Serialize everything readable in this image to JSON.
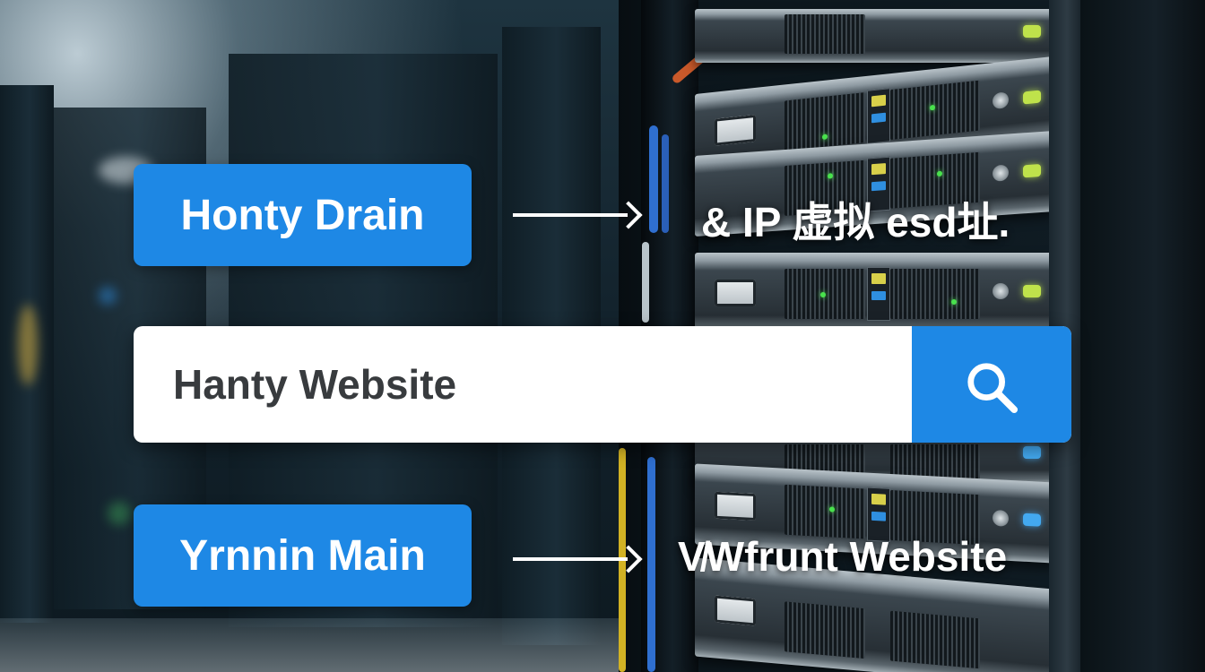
{
  "rows": [
    {
      "label": "Honty Drain",
      "result": "& IP 虚拟 esd址."
    },
    {
      "label": "Yrnnin Main",
      "result": "V̸Wfrunt Website"
    }
  ],
  "search": {
    "value": "Hanty Website",
    "icon": "search-icon"
  },
  "colors": {
    "accent": "#1e88e5",
    "text_on_accent": "#ffffff",
    "search_text": "#383b3e"
  }
}
